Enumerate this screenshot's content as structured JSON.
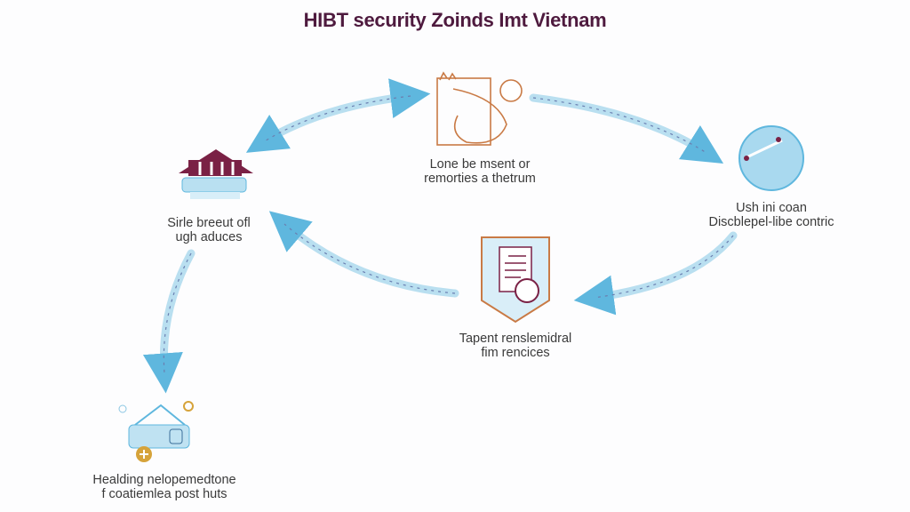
{
  "title": "HIBT security Zoinds Imt Vietnam",
  "nodes": [
    {
      "id": "top",
      "icon": "person-hug-icon",
      "line1": "Lone be msent or",
      "line2": "remorties a thetrum"
    },
    {
      "id": "right",
      "icon": "globe-icon",
      "line1": "Ush ini coan",
      "line2": "Discblepel-libe contric"
    },
    {
      "id": "left",
      "icon": "bank-icon",
      "line1": "Sirle breeut ofl",
      "line2": "ugh aduces"
    },
    {
      "id": "middle",
      "icon": "shield-document-icon",
      "line1": "Tapent renslemidral",
      "line2": "fim rencices"
    },
    {
      "id": "bottom",
      "icon": "device-network-icon",
      "line1": "Healding nelopemedtone",
      "line2": "f coatiemlea post huts"
    }
  ],
  "colors": {
    "title": "#4e1a3e",
    "arrow": "#a9d6ec",
    "arrowhead": "#5fb7de",
    "dots": "#3b3f80",
    "orange": "#c97a45",
    "maroon": "#7a2145",
    "gold": "#d6a33a"
  }
}
